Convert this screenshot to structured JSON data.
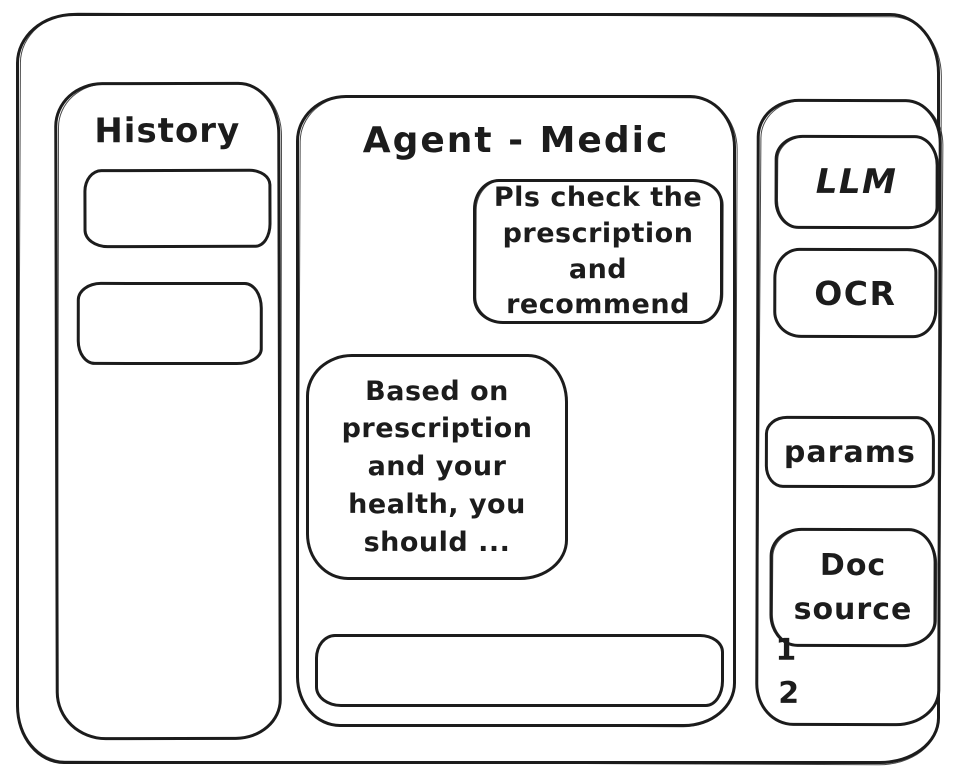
{
  "app": {
    "title": "Agent - Medic"
  },
  "colors": {
    "ink": "#1c1c1c",
    "background": "#ffffff"
  },
  "history": {
    "title": "History",
    "items": [
      {
        "label": ""
      },
      {
        "label": ""
      }
    ]
  },
  "chat": {
    "title": "Agent - Medic",
    "messages": [
      {
        "role": "user",
        "text": "Pls check the prescription and recommend",
        "lines": [
          "Pls check the",
          "prescription",
          "and recommend"
        ]
      },
      {
        "role": "agent",
        "text": "Based on prescription and your health, you should ...",
        "lines": [
          "Based on",
          "prescription",
          "and your",
          "health, you",
          "should ..."
        ]
      }
    ],
    "input": {
      "value": "",
      "placeholder": ""
    }
  },
  "tools": {
    "llm_label": "LLM",
    "ocr_label": "OCR",
    "params_label": "params",
    "doc_source": {
      "text": "Doc source",
      "lines": [
        "Doc",
        "source"
      ],
      "items": [
        "1",
        "2"
      ]
    }
  }
}
